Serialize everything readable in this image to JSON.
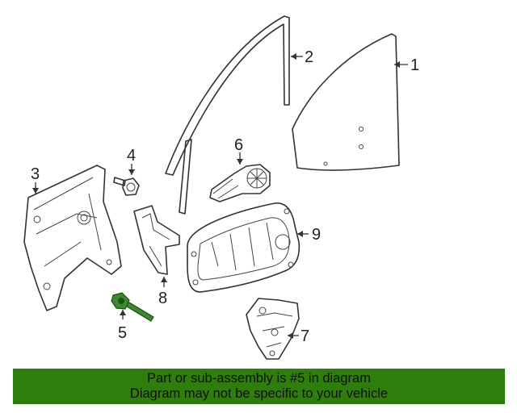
{
  "callouts": {
    "c1": "1",
    "c2": "2",
    "c3": "3",
    "c4": "4",
    "c5": "5",
    "c6": "6",
    "c7": "7",
    "c8": "8",
    "c9": "9"
  },
  "banner": {
    "line1": "Part or sub-assembly is #5 in diagram",
    "line2": "Diagram may not be specific to your vehicle"
  },
  "colors": {
    "banner_bg": "#2f7d0d",
    "highlight_part": "#3c8a2e"
  }
}
